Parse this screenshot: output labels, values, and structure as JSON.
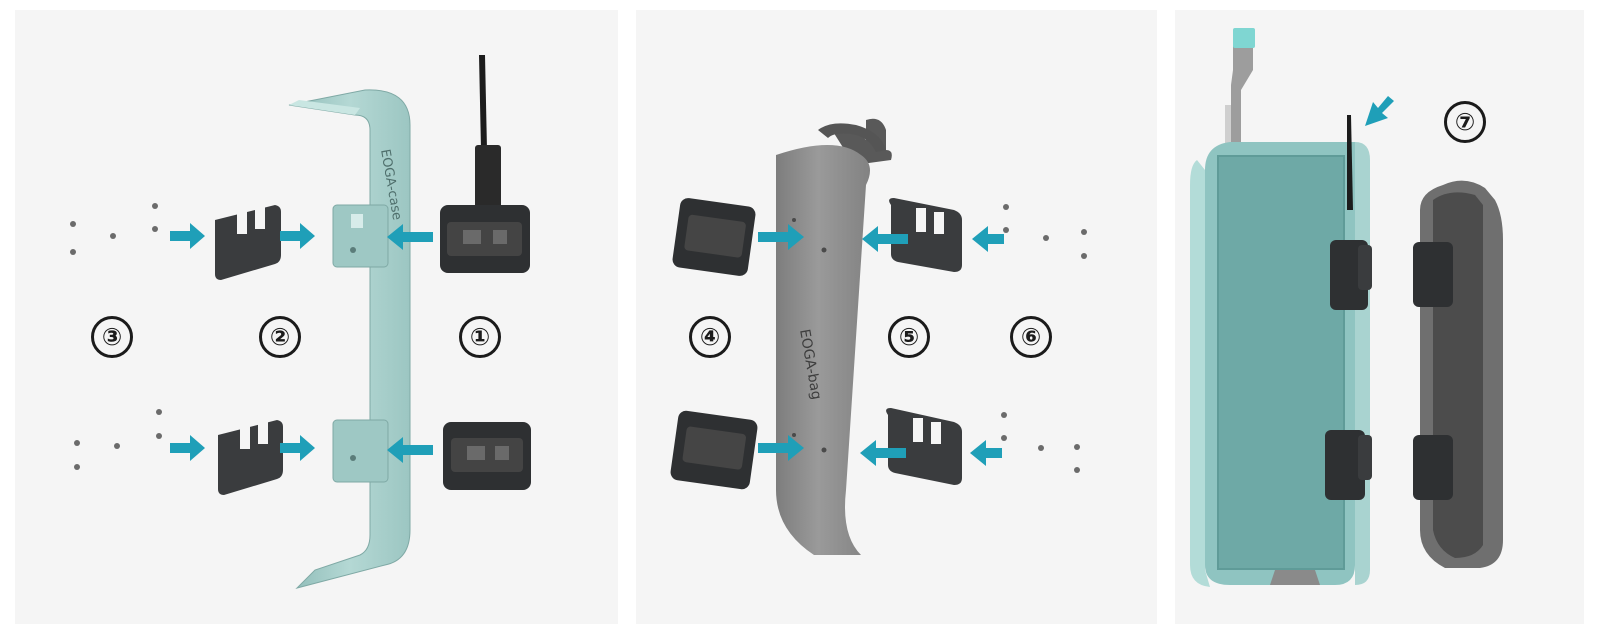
{
  "panels": [
    {
      "step_labels": [
        "①",
        "②",
        "③"
      ],
      "brand_text": "EOGA-case",
      "part_colors": {
        "case": "#a7cfcb",
        "plate": "#3a3c3e",
        "arrow": "#1f9fb8"
      }
    },
    {
      "step_labels": [
        "④",
        "⑤",
        "⑥"
      ],
      "brand_text": "EOGA-bag",
      "part_colors": {
        "bag": "#8b8b8b",
        "plate": "#3a3c3e",
        "arrow": "#1f9fb8"
      }
    },
    {
      "step_labels": [
        "⑦"
      ],
      "part_colors": {
        "case": "#9fc9c6",
        "bag": "#6f6f6f",
        "arrow": "#1f9fb8"
      }
    }
  ]
}
